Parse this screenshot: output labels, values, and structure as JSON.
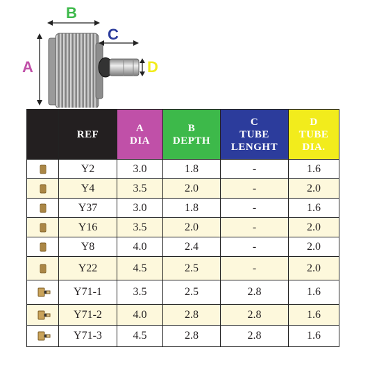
{
  "diagram": {
    "labels": {
      "a": "A",
      "b": "B",
      "c": "C",
      "d": "D"
    },
    "colors": {
      "a": "#c050a8",
      "b": "#3db94a",
      "c": "#2c3c9c",
      "d": "#f2ec1c"
    }
  },
  "table": {
    "headers": {
      "ref": "REF",
      "a_line1": "A",
      "a_line2": "DIA",
      "b_line1": "B",
      "b_line2": "DEPTH",
      "c_line1": "C",
      "c_line2": "TUBE",
      "c_line3": "LENGHT",
      "d_line1": "D",
      "d_line2": "TUBE",
      "d_line3": "DIA."
    },
    "rows": [
      {
        "thumb": "crown-icon",
        "ref": "Y2",
        "a": "3.0",
        "b": "1.8",
        "c": "-",
        "d": "1.6"
      },
      {
        "thumb": "crown-icon",
        "ref": "Y4",
        "a": "3.5",
        "b": "2.0",
        "c": "-",
        "d": "2.0"
      },
      {
        "thumb": "crown-icon",
        "ref": "Y37",
        "a": "3.0",
        "b": "1.8",
        "c": "-",
        "d": "1.6"
      },
      {
        "thumb": "crown-icon",
        "ref": "Y16",
        "a": "3.5",
        "b": "2.0",
        "c": "-",
        "d": "2.0"
      },
      {
        "thumb": "crown-icon",
        "ref": "Y8",
        "a": "4.0",
        "b": "2.4",
        "c": "-",
        "d": "2.0"
      },
      {
        "thumb": "crown-icon",
        "ref": "Y22",
        "a": "4.5",
        "b": "2.5",
        "c": "-",
        "d": "2.0"
      },
      {
        "thumb": "crown-tube-icon",
        "ref": "Y71-1",
        "a": "3.5",
        "b": "2.5",
        "c": "2.8",
        "d": "1.6"
      },
      {
        "thumb": "crown-tube-icon",
        "ref": "Y71-2",
        "a": "4.0",
        "b": "2.8",
        "c": "2.8",
        "d": "1.6"
      },
      {
        "thumb": "crown-tube-icon",
        "ref": "Y71-3",
        "a": "4.5",
        "b": "2.8",
        "c": "2.8",
        "d": "1.6"
      }
    ]
  }
}
